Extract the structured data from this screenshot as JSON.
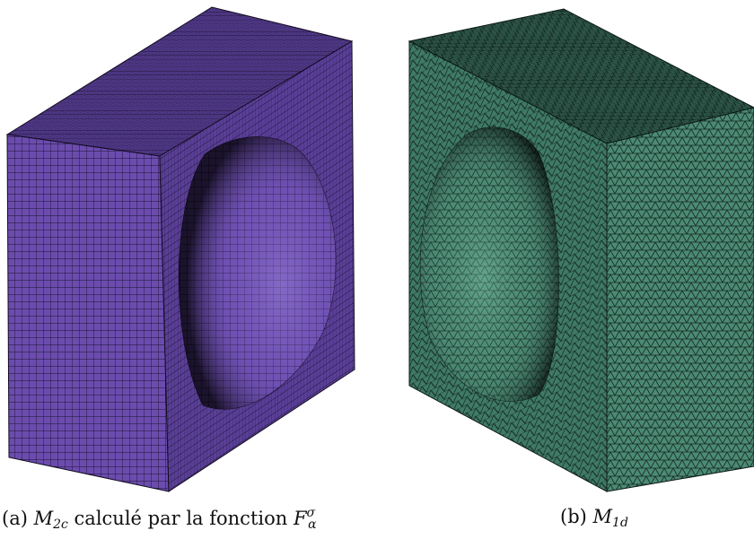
{
  "figure": {
    "panels": [
      {
        "id": "a",
        "mesh": "hexahedral",
        "color": "#6d4fb0",
        "caption": {
          "label": "(a)",
          "symbol": "M",
          "subscript": "2c",
          "text": "calculé par la fonction",
          "function": "F",
          "function_sub": "α",
          "function_sup": "σ"
        }
      },
      {
        "id": "b",
        "mesh": "tetrahedral",
        "color": "#4a8b74",
        "caption": {
          "label": "(b)",
          "symbol": "M",
          "subscript": "1d"
        }
      }
    ]
  }
}
